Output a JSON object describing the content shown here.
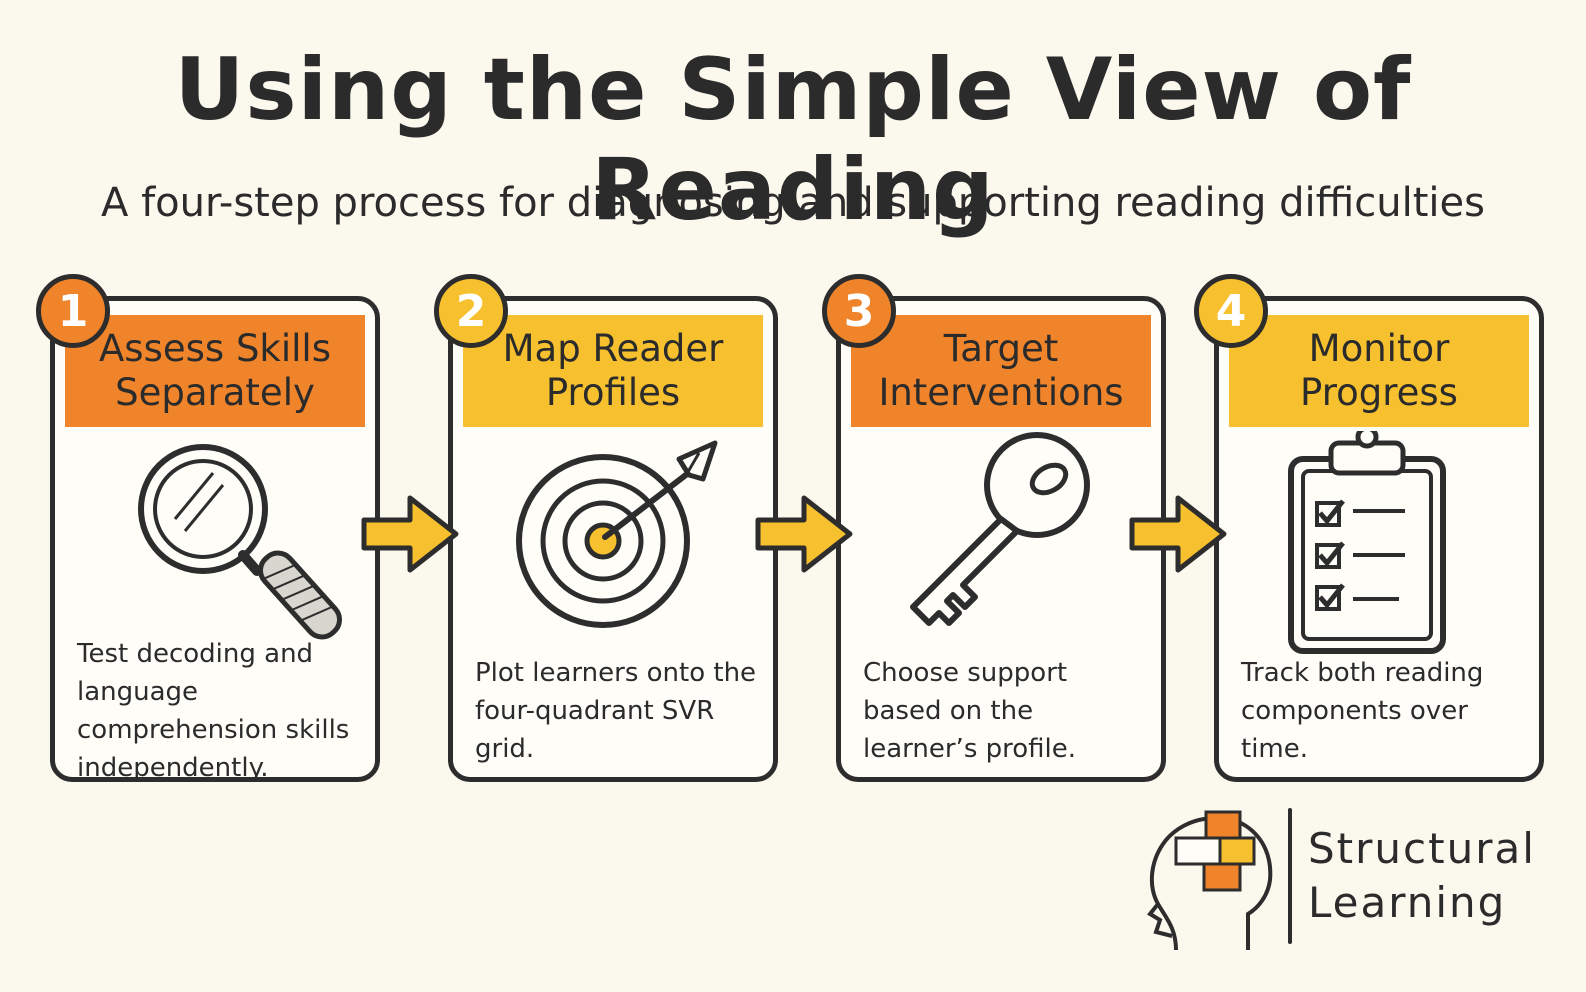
{
  "title": "Using the Simple View of Reading",
  "subtitle": "A four-step process for diagnosing and supporting reading difficulties",
  "colors": {
    "orange": "#f0842a",
    "yellow": "#f7c02e",
    "outline": "#2d2d2d",
    "background": "#fbf8ee"
  },
  "steps": [
    {
      "number": "1",
      "title": "Assess Skills Separately",
      "description": "Test decoding and language comprehension skills independently.",
      "icon": "magnifying-glass-icon",
      "color": "#f0842a"
    },
    {
      "number": "2",
      "title": "Map Reader Profiles",
      "description": "Plot learners onto the four-quadrant SVR grid.",
      "icon": "target-icon",
      "color": "#f7c02e"
    },
    {
      "number": "3",
      "title": "Target Interventions",
      "description": "Choose support based on the learner’s profile.",
      "icon": "key-icon",
      "color": "#f0842a"
    },
    {
      "number": "4",
      "title": "Monitor Progress",
      "description": "Track both reading components over time.",
      "icon": "clipboard-checklist-icon",
      "color": "#f7c02e"
    }
  ],
  "logo": {
    "line1": "Structural",
    "line2": "Learning"
  }
}
